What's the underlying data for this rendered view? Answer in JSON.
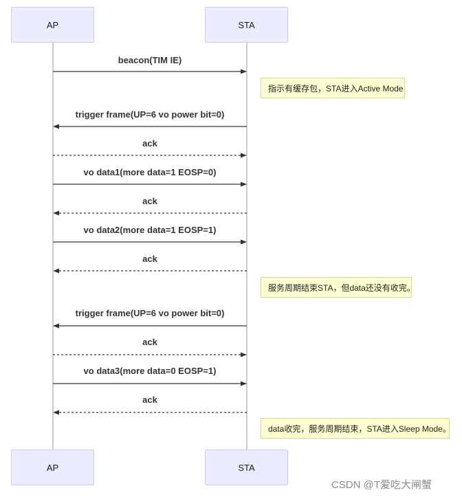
{
  "actors": {
    "left": "AP",
    "right": "STA"
  },
  "messages": [
    {
      "label": "beacon(TIM IE)",
      "dir": "to-right",
      "style": "solid"
    },
    {
      "label": "trigger frame(UP=6 vo power bit=0)",
      "dir": "to-left",
      "style": "solid"
    },
    {
      "label": "ack",
      "dir": "to-right",
      "style": "dashed"
    },
    {
      "label": "vo data1(more data=1 EOSP=0)",
      "dir": "to-right",
      "style": "solid"
    },
    {
      "label": "ack",
      "dir": "to-left",
      "style": "dashed"
    },
    {
      "label": "vo data2(more data=1 EOSP=1)",
      "dir": "to-right",
      "style": "solid"
    },
    {
      "label": "ack",
      "dir": "to-left",
      "style": "dashed"
    },
    {
      "label": "trigger frame(UP=6 vo power bit=0)",
      "dir": "to-left",
      "style": "solid"
    },
    {
      "label": "ack",
      "dir": "to-right",
      "style": "dashed"
    },
    {
      "label": "vo data3(more data=0 EOSP=1)",
      "dir": "to-right",
      "style": "solid"
    },
    {
      "label": "ack",
      "dir": "to-left",
      "style": "dashed"
    }
  ],
  "notes": [
    "指示有缓存包，STA进入Active Mode",
    "服务周期结束STA，但data还没有收完。",
    "data收完，服务周期结束，STA进入Sleep Mode。"
  ],
  "watermark": "CSDN @T爱吃大闸蟹",
  "colors": {
    "actor_fill": "#ececff",
    "actor_border": "#ccccf0",
    "note_fill": "#ffffd2",
    "note_border": "#d9d98a",
    "line": "#333333"
  }
}
